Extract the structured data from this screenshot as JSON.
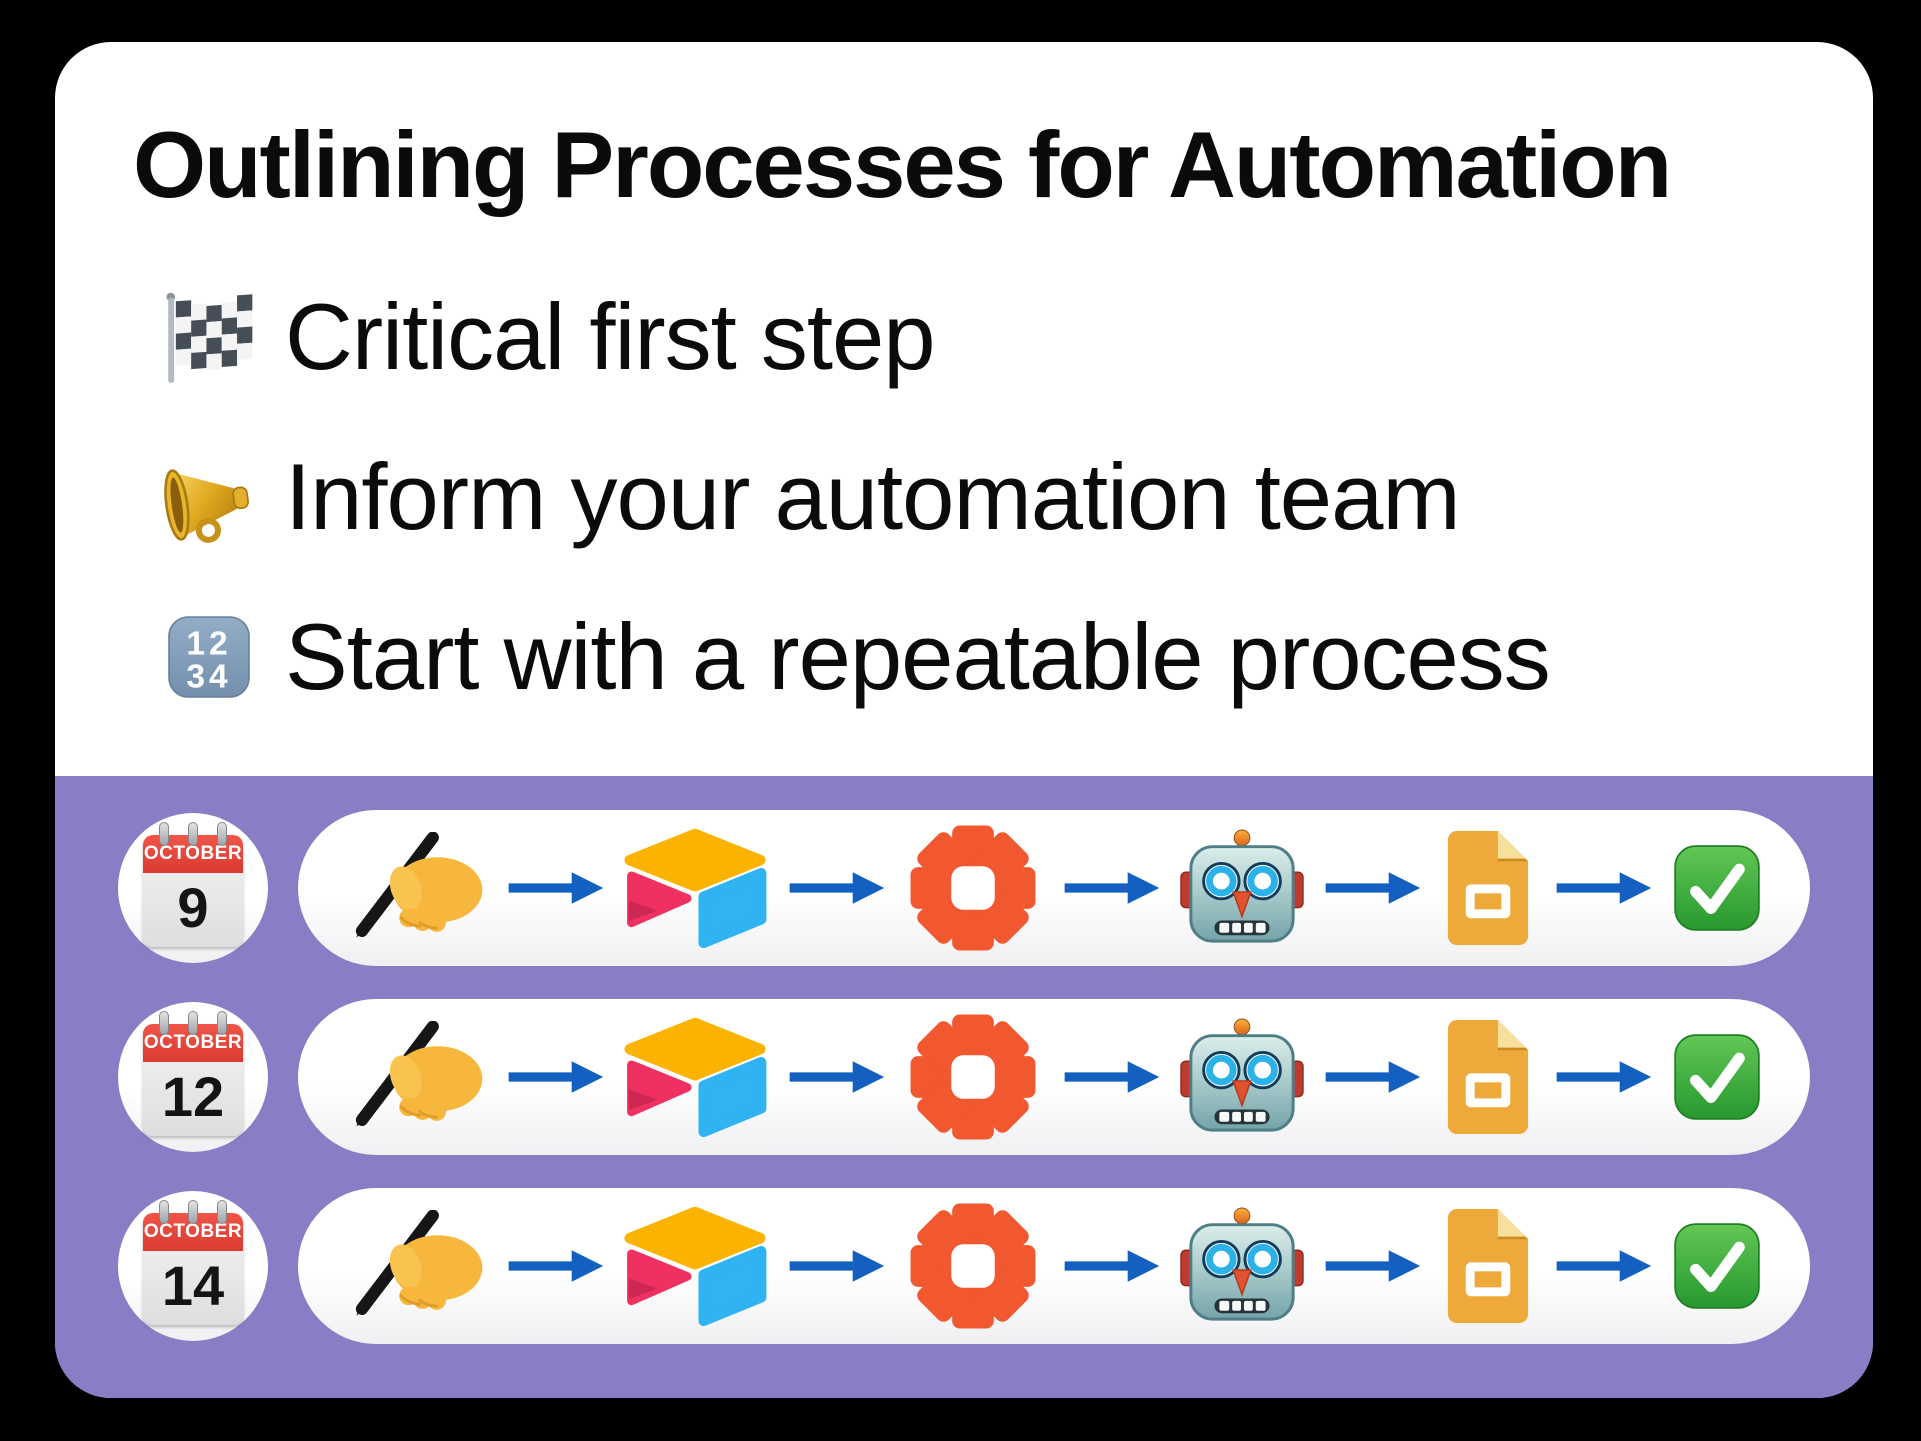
{
  "title": "Outlining Processes for Automation",
  "bullets": [
    {
      "icon": "checkered-flag",
      "text": "Critical first step"
    },
    {
      "icon": "megaphone",
      "text": "Inform your automation team"
    },
    {
      "icon": "input-numbers",
      "text": "Start with a repeatable process"
    }
  ],
  "input_numbers_glyph": {
    "line1": "12",
    "line2": "34"
  },
  "rows": [
    {
      "month": "OCTOBER",
      "day": "9"
    },
    {
      "month": "OCTOBER",
      "day": "12"
    },
    {
      "month": "OCTOBER",
      "day": "14"
    }
  ],
  "workflow_steps": [
    "writing-hand",
    "airtable",
    "zapier",
    "robot",
    "google-slides",
    "check-mark"
  ],
  "colors": {
    "band_purple": "#8a7cc5",
    "arrow_blue": "#1460c0",
    "zapier_orange": "#f1582f",
    "airtable_yellow": "#fbb300",
    "airtable_red": "#ef3061",
    "airtable_blue": "#2fb3f2",
    "slides_yellow": "#eea93b",
    "check_green": "#2f9e34",
    "calendar_red": "#e0443a"
  }
}
